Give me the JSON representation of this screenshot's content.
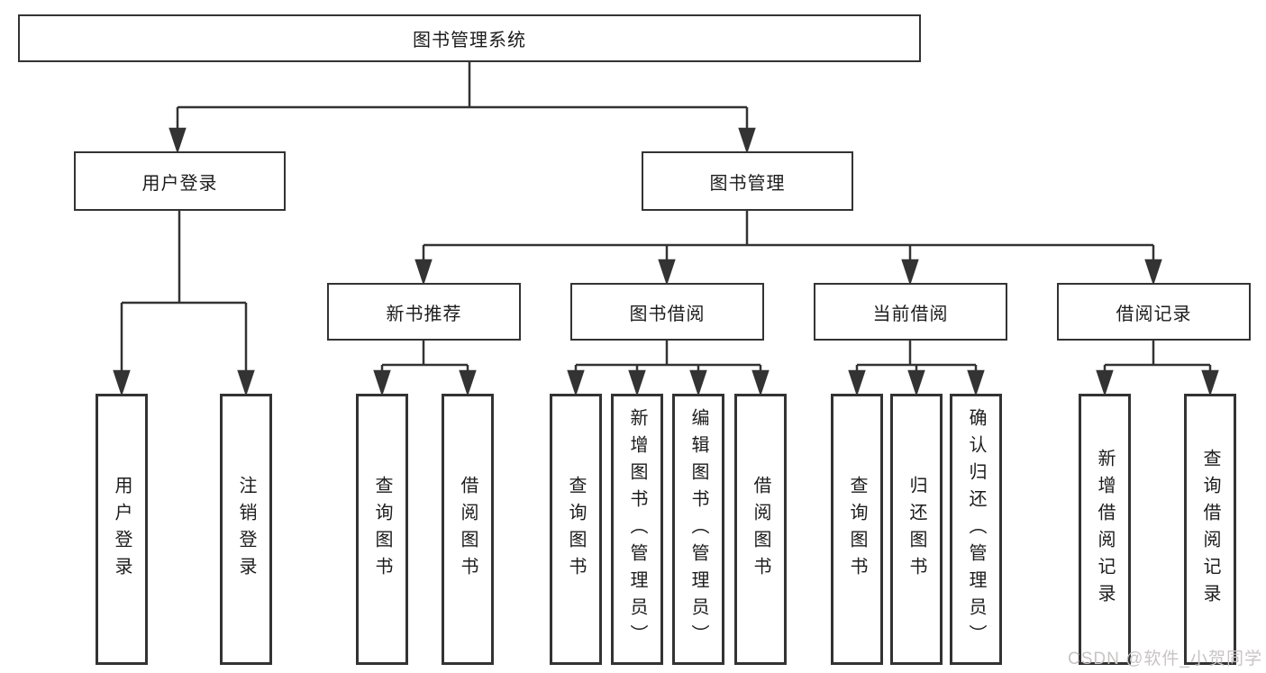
{
  "diagram": {
    "root": {
      "label": "图书管理系统"
    },
    "branches": [
      {
        "label": "用户登录",
        "children": [
          {
            "label": "用户登录"
          },
          {
            "label": "注销登录"
          }
        ]
      },
      {
        "label": "图书管理",
        "children": [
          {
            "label": "新书推荐",
            "children": [
              {
                "label": "查询图书"
              },
              {
                "label": "借阅图书"
              }
            ]
          },
          {
            "label": "图书借阅",
            "children": [
              {
                "label": "查询图书"
              },
              {
                "label": "新增图书（管理员）"
              },
              {
                "label": "编辑图书（管理员）"
              },
              {
                "label": "借阅图书"
              }
            ]
          },
          {
            "label": "当前借阅",
            "children": [
              {
                "label": "查询图书"
              },
              {
                "label": "归还图书"
              },
              {
                "label": "确认归还（管理员）"
              }
            ]
          },
          {
            "label": "借阅记录",
            "children": [
              {
                "label": "新增借阅记录"
              },
              {
                "label": "查询借阅记录"
              }
            ]
          }
        ]
      }
    ]
  },
  "watermark": {
    "text": "CSDN @软件_小贺同学"
  },
  "colors": {
    "line": "#333333",
    "text": "#1c1c1c",
    "background": "#ffffff",
    "watermark": "#c8c4c4"
  }
}
